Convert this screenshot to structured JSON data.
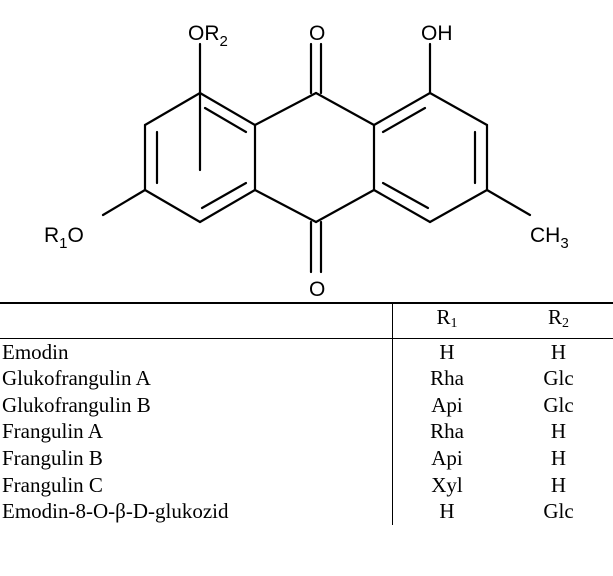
{
  "structure": {
    "substituent_top_left": {
      "main": "OR",
      "sub": "2"
    },
    "substituent_top_middle": "O",
    "substituent_top_right": "OH",
    "substituent_left": {
      "main": "R",
      "sub": "1",
      "tail": "O"
    },
    "substituent_right": {
      "main": "CH",
      "sub": "3"
    },
    "substituent_bottom_middle": "O"
  },
  "table": {
    "headers": [
      {
        "main": "",
        "sub": ""
      },
      {
        "main": "R",
        "sub": "1"
      },
      {
        "main": "R",
        "sub": "2"
      }
    ],
    "rows": [
      {
        "name": "Emodin",
        "r1": "H",
        "r2": "H"
      },
      {
        "name": "Glukofrangulin A",
        "r1": "Rha",
        "r2": "Glc"
      },
      {
        "name": "Glukofrangulin B",
        "r1": "Api",
        "r2": "Glc"
      },
      {
        "name": "Frangulin A",
        "r1": "Rha",
        "r2": "H"
      },
      {
        "name": "Frangulin B",
        "r1": "Api",
        "r2": "H"
      },
      {
        "name": "Frangulin C",
        "r1": "Xyl",
        "r2": "H"
      },
      {
        "name": "Emodin-8-O-β-D-glukozid",
        "r1": "H",
        "r2": "Glc"
      }
    ]
  }
}
